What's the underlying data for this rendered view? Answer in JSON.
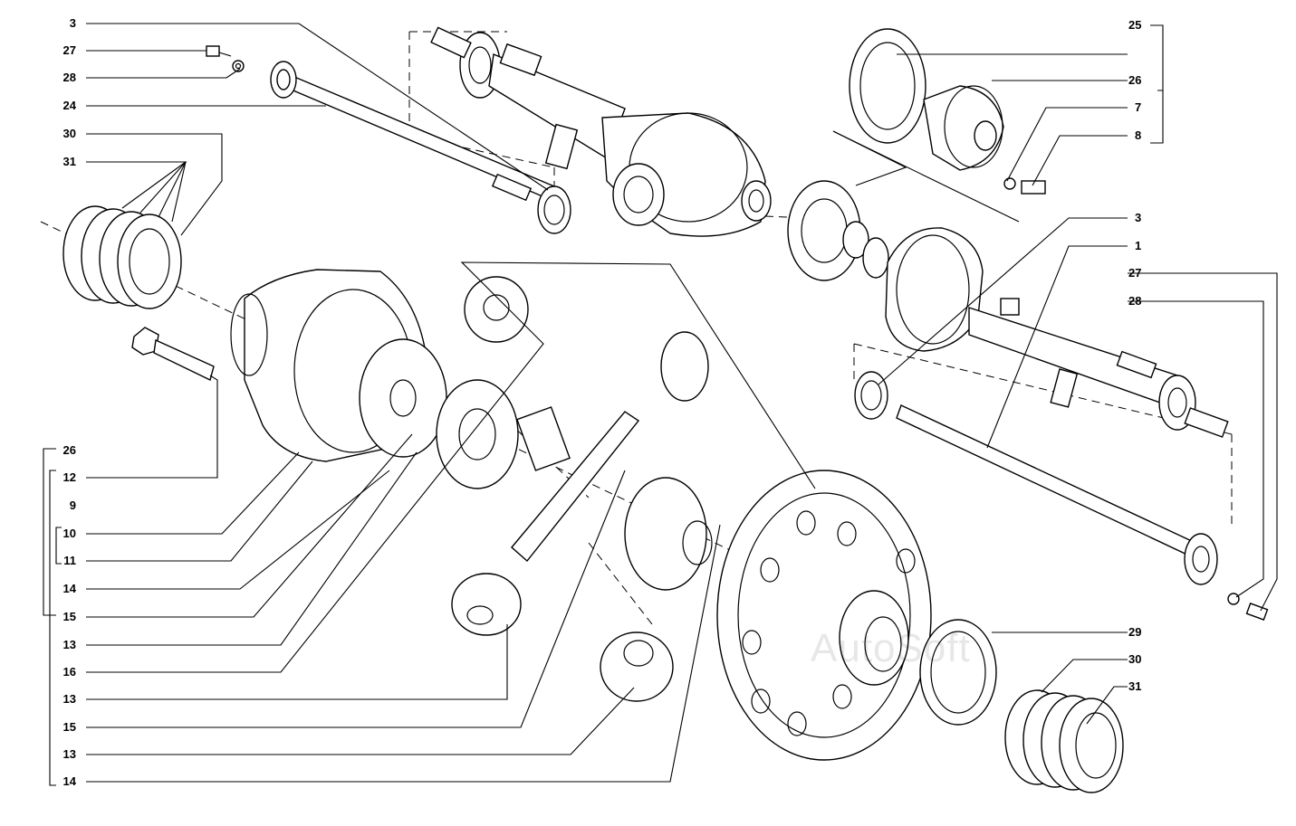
{
  "diagram": {
    "labels_left": [
      "3",
      "27",
      "28",
      "24",
      "30",
      "31",
      "26",
      "12",
      "9",
      "10",
      "11",
      "14",
      "15",
      "13",
      "16",
      "13",
      "15",
      "13",
      "14"
    ],
    "labels_right": [
      "25",
      "26",
      "7",
      "8",
      "3",
      "1",
      "27",
      "28",
      "29",
      "30",
      "31"
    ],
    "watermark": "AutoSoft"
  }
}
